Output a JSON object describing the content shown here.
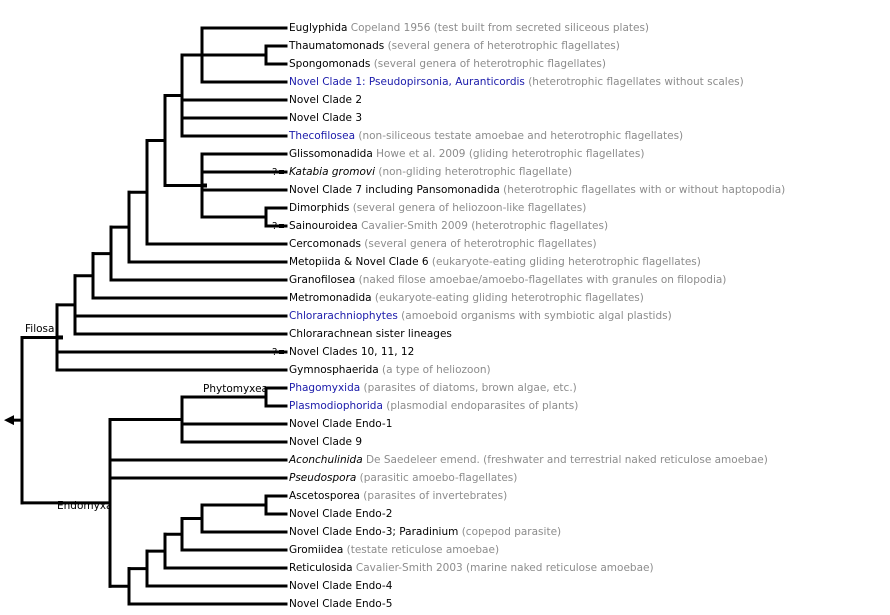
{
  "taxa": [
    {
      "name": "Euglyphida",
      "author": "Copeland 1956",
      "desc": "(test built from secreted siliceous plates)",
      "color": "black"
    },
    {
      "name": "Thaumatomonads",
      "author": "",
      "desc": "(several genera of heterotrophic flagellates)",
      "color": "black"
    },
    {
      "name": "Spongomonads",
      "author": "",
      "desc": "(several genera of heterotrophic flagellates)",
      "color": "black"
    },
    {
      "name": "Novel Clade 1: Pseudopirsonia, Auranticordis",
      "author": "",
      "desc": "(heterotrophic flagellates without scales)",
      "color": "blue"
    },
    {
      "name": "Novel Clade 2",
      "author": "",
      "desc": "",
      "color": "black"
    },
    {
      "name": "Novel Clade 3",
      "author": "",
      "desc": "",
      "color": "black"
    },
    {
      "name": "Thecofilosea",
      "author": "",
      "desc": "(non-siliceous testate amoebae and heterotrophic flagellates)",
      "color": "blue"
    },
    {
      "name": "Glissomonadida",
      "author": "Howe et al.  2009",
      "desc": "(gliding heterotrophic flagellates)",
      "color": "black"
    },
    {
      "name": "Katabia gromovi",
      "author": "",
      "desc": "(non-gliding heterotrophic flagellate)",
      "color": "black",
      "italic": true,
      "qmark": true
    },
    {
      "name": "Novel Clade 7 including Pansomonadida",
      "author": "",
      "desc": "(heterotrophic flagellates with or without haptopodia)",
      "color": "black"
    },
    {
      "name": "Dimorphids",
      "author": "",
      "desc": "(several genera of heliozoon-like flagellates)",
      "color": "black"
    },
    {
      "name": "Sainouroidea",
      "author": "Cavalier-Smith  2009",
      "desc": "(heterotrophic flagellates)",
      "color": "black",
      "qmark": true
    },
    {
      "name": "Cercomonads",
      "author": "",
      "desc": "(several genera of heterotrophic flagellates)",
      "color": "black"
    },
    {
      "name": "Metopiida & Novel Clade 6",
      "author": "",
      "desc": "(eukaryote-eating gliding heterotrophic flagellates)",
      "color": "black"
    },
    {
      "name": "Granofilosea",
      "author": "",
      "desc": "(naked filose amoebae/amoebo-flagellates with granules on filopodia)",
      "color": "black"
    },
    {
      "name": "Metromonadida",
      "author": "",
      "desc": "(eukaryote-eating gliding heterotrophic flagellates)",
      "color": "black"
    },
    {
      "name": "Chlorarachniophytes",
      "author": "",
      "desc": "(amoeboid organisms with symbiotic algal plastids)",
      "color": "blue"
    },
    {
      "name": "Chlorarachnean sister lineages",
      "author": "",
      "desc": "",
      "color": "black"
    },
    {
      "name": "Novel Clades 10, 11, 12",
      "author": "",
      "desc": "",
      "color": "black",
      "qmark": true
    },
    {
      "name": "Gymnosphaerida",
      "author": "",
      "desc": "(a type of heliozoon)",
      "color": "black"
    },
    {
      "name": "Phagomyxida",
      "author": "",
      "desc": "(parasites of diatoms, brown algae, etc.)",
      "color": "blue"
    },
    {
      "name": "Plasmodiophorida",
      "author": "",
      "desc": "(plasmodial endoparasites of plants)",
      "color": "blue"
    },
    {
      "name": "Novel Clade Endo-1",
      "author": "",
      "desc": "",
      "color": "black"
    },
    {
      "name": "Novel Clade 9",
      "author": "",
      "desc": "",
      "color": "black"
    },
    {
      "name": "Aconchulinida",
      "author": "De Saedeleer emend.",
      "desc": "(freshwater and terrestrial naked reticulose amoebae)",
      "color": "black",
      "italic": true
    },
    {
      "name": "Pseudospora",
      "author": "",
      "desc": "(parasitic amoebo-flagellates)",
      "color": "black",
      "italic": true
    },
    {
      "name": "Ascetosporea",
      "author": "",
      "desc": "(parasites of invertebrates)",
      "color": "black"
    },
    {
      "name": "Novel Clade Endo-2",
      "author": "",
      "desc": "",
      "color": "black"
    },
    {
      "name": "Novel Clade Endo-3; Paradinium",
      "author": "",
      "desc": "(copepod parasite)",
      "color": "black"
    },
    {
      "name": "Gromiidea",
      "author": "",
      "desc": "(testate reticulose amoebae)",
      "color": "black"
    },
    {
      "name": "Reticulosida",
      "author": "Cavalier-Smith  2003",
      "desc": "(marine naked reticulose amoebae)",
      "color": "black"
    },
    {
      "name": "Novel Clade Endo-4",
      "author": "",
      "desc": "",
      "color": "black"
    },
    {
      "name": "Novel Clade Endo-5",
      "author": "",
      "desc": "",
      "color": "black"
    }
  ],
  "labels": {
    "filosa": "Filosa",
    "phytomyxea": "Phytomyxea",
    "endomyxa": "Endomyxa",
    "question": "?"
  },
  "colors": {
    "branch": "#000000",
    "blue_name": "#1a1aaa",
    "gray_text": "#8c8c8c"
  }
}
